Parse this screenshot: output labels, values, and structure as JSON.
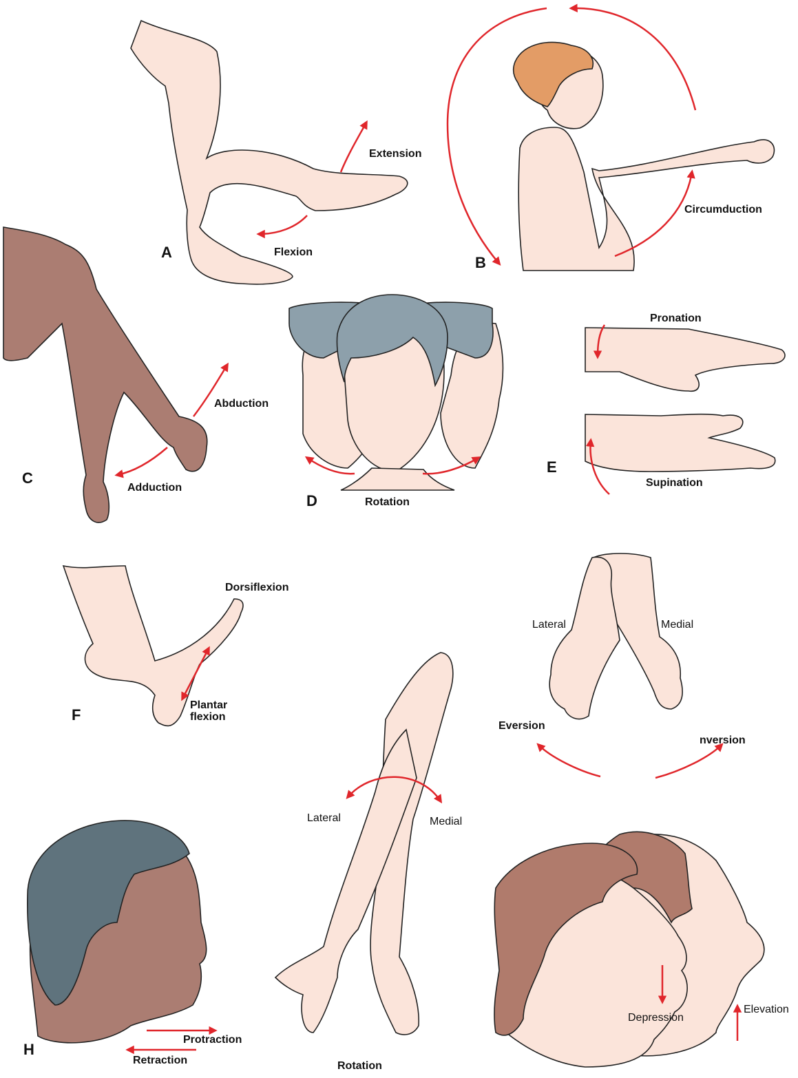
{
  "colors": {
    "arrow": "#e0262b",
    "light_skin": "#fbe4da",
    "dark_skin": "#ab7d72",
    "hair_blonde": "#e39c66",
    "hair_gray": "#8da0ab",
    "hair_dark": "#5f737d",
    "hair_brown": "#b07b6c"
  },
  "panels": {
    "a": {
      "letter": "A",
      "extension": "Extension",
      "flexion": "Flexion"
    },
    "b": {
      "letter": "B",
      "circumduction": "Circumduction"
    },
    "c": {
      "letter": "C",
      "abduction": "Abduction",
      "adduction": "Adduction"
    },
    "d": {
      "letter": "D",
      "rotation": "Rotation"
    },
    "e": {
      "letter": "E",
      "pronation": "Pronation",
      "supination": "Supination"
    },
    "f": {
      "letter": "F",
      "dorsiflexion": "Dorsiflexion",
      "plantar_flexion": "Plantar flexion"
    },
    "arm_rotation": {
      "lateral": "Lateral",
      "medial": "Medial",
      "rotation": "Rotation"
    },
    "foot": {
      "lateral": "Lateral",
      "medial": "Medial",
      "eversion": "Eversion",
      "inversion": "nversion"
    },
    "h": {
      "letter": "H",
      "protraction": "Protraction",
      "retraction": "Retraction"
    },
    "jaw": {
      "depression": "Depression",
      "elevation": "Elevation"
    }
  }
}
